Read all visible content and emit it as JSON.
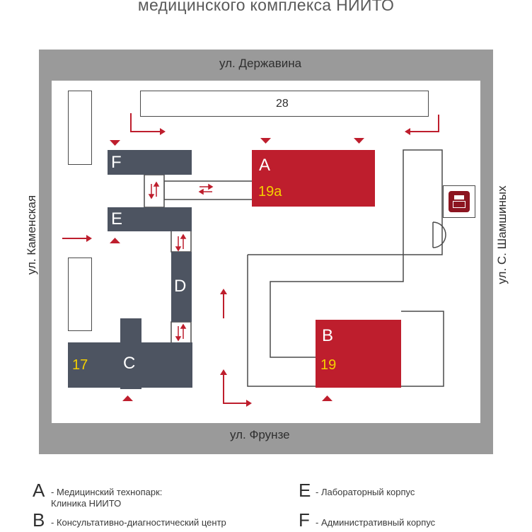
{
  "header": {
    "title": "медицинского комплекса НИИТО"
  },
  "streets": {
    "north": "ул. Державина",
    "south": "ул. Фрунзе",
    "west": "ул. Каменская",
    "east": "ул. С. Шамшиных"
  },
  "buildings": {
    "b28": {
      "label": "28"
    },
    "A": {
      "letter": "A",
      "number": "19а"
    },
    "B": {
      "letter": "B",
      "number": "19"
    },
    "C": {
      "letter": "C",
      "number": "17"
    },
    "D": {
      "letter": "D"
    },
    "E": {
      "letter": "E"
    },
    "F": {
      "letter": "F"
    }
  },
  "icons": {
    "parking": "parking-meter-icon",
    "arrows": "direction-arrow-icon",
    "entrance": "entrance-triangle-icon",
    "passage": "two-way-passage-icon"
  },
  "colors": {
    "red_building": "#be1e2d",
    "gray_building": "#4d5461",
    "frame": "#9a9a9a",
    "number_label": "#f5d000"
  },
  "legend": [
    {
      "letter": "A",
      "text": "- Медицинский технопарк:\nКлиника НИИТО"
    },
    {
      "letter": "B",
      "text": "- Консультативно-диагностический центр"
    },
    {
      "letter": "E",
      "text": "- Лабораторный корпус"
    },
    {
      "letter": "F",
      "text": "- Административный корпус"
    }
  ]
}
